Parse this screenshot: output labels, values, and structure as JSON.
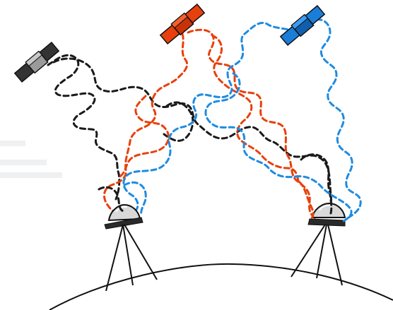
{
  "diagram": {
    "satellites": [
      {
        "id": "gray",
        "color": "#9a9a9a"
      },
      {
        "id": "orange",
        "color": "#e8400c"
      },
      {
        "id": "blue",
        "color": "#1a7ed8"
      }
    ],
    "signal_colors": {
      "gray": "#1a1a1a",
      "orange": "#e8400c",
      "blue": "#1f8be0"
    },
    "ground_stations": 2,
    "dome_color": "#d9d9d9",
    "line_color": "#111111"
  }
}
